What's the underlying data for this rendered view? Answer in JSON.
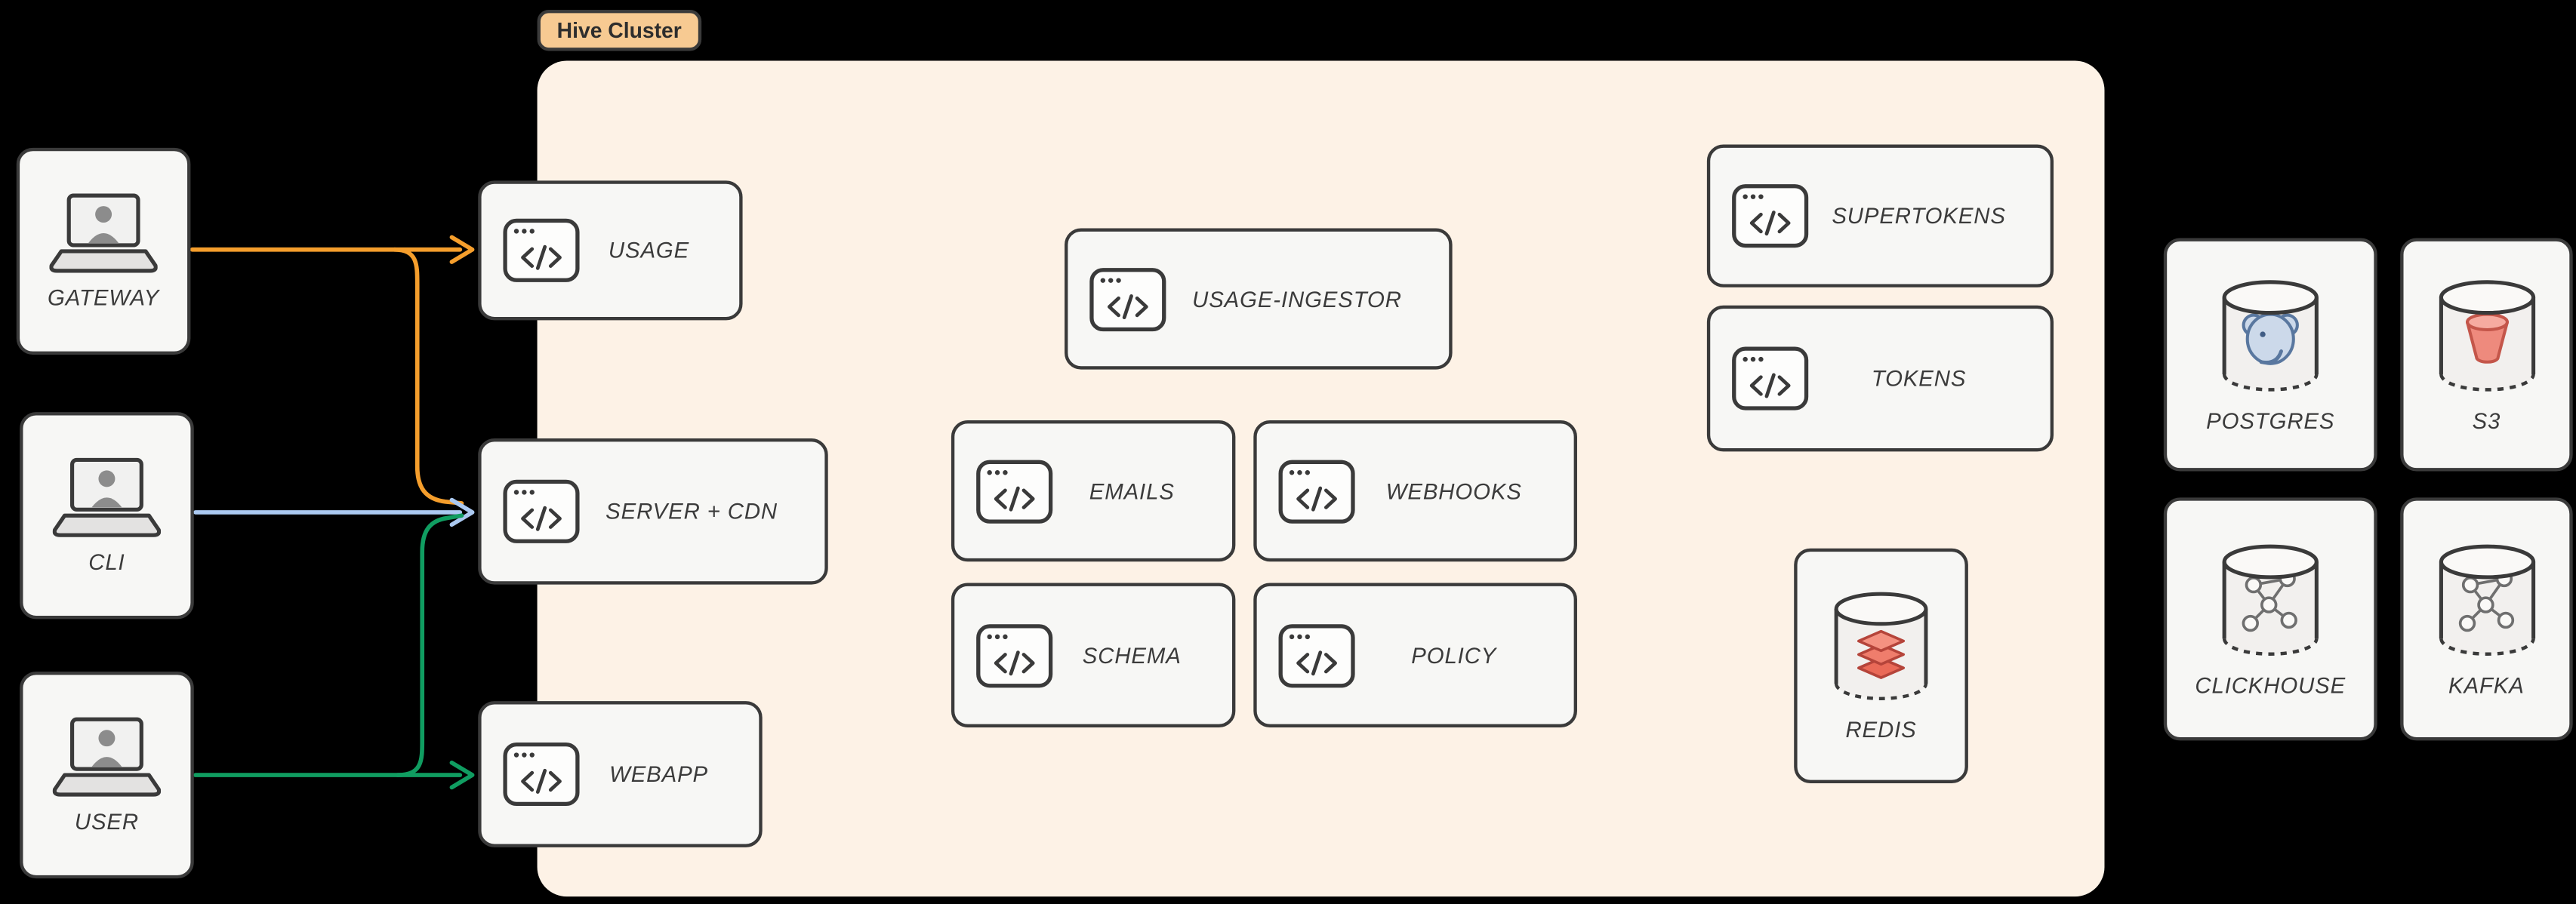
{
  "diagram": {
    "cluster_label": "Hive Cluster"
  },
  "clients": {
    "gateway": {
      "label": "GATEWAY"
    },
    "cli": {
      "label": "CLI"
    },
    "user": {
      "label": "USER"
    }
  },
  "services": {
    "usage": {
      "label": "USAGE"
    },
    "server_cdn": {
      "label": "SERVER + CDN"
    },
    "webapp": {
      "label": "WEBAPP"
    },
    "usage_ingestor": {
      "label": "USAGE-INGESTOR"
    },
    "emails": {
      "label": "EMAILS"
    },
    "webhooks": {
      "label": "WEBHOOKS"
    },
    "schema": {
      "label": "SCHEMA"
    },
    "policy": {
      "label": "POLICY"
    },
    "supertokens": {
      "label": "SUPERTOKENS"
    },
    "tokens": {
      "label": "TOKENS"
    }
  },
  "datastores": {
    "redis": {
      "label": "REDIS"
    },
    "postgres": {
      "label": "POSTGRES"
    },
    "s3": {
      "label": "S3"
    },
    "clickhouse": {
      "label": "CLICKHOUSE"
    },
    "kafka": {
      "label": "KAFKA"
    }
  },
  "edges": [
    {
      "from": "GATEWAY",
      "to": "USAGE",
      "color": "#f59e2c"
    },
    {
      "from": "GATEWAY",
      "to": "SERVER + CDN",
      "color": "#f59e2c"
    },
    {
      "from": "CLI",
      "to": "SERVER + CDN",
      "color": "#abc9f1"
    },
    {
      "from": "USER",
      "to": "SERVER + CDN",
      "color": "#109d61"
    },
    {
      "from": "USER",
      "to": "WEBAPP",
      "color": "#109d61"
    }
  ],
  "colors": {
    "background": "#000000",
    "cluster_bg": "#fdf2e6",
    "cluster_tag_bg": "#f7ca92",
    "node_bg": "#f7f7f5",
    "node_border": "#3a3a3a"
  }
}
